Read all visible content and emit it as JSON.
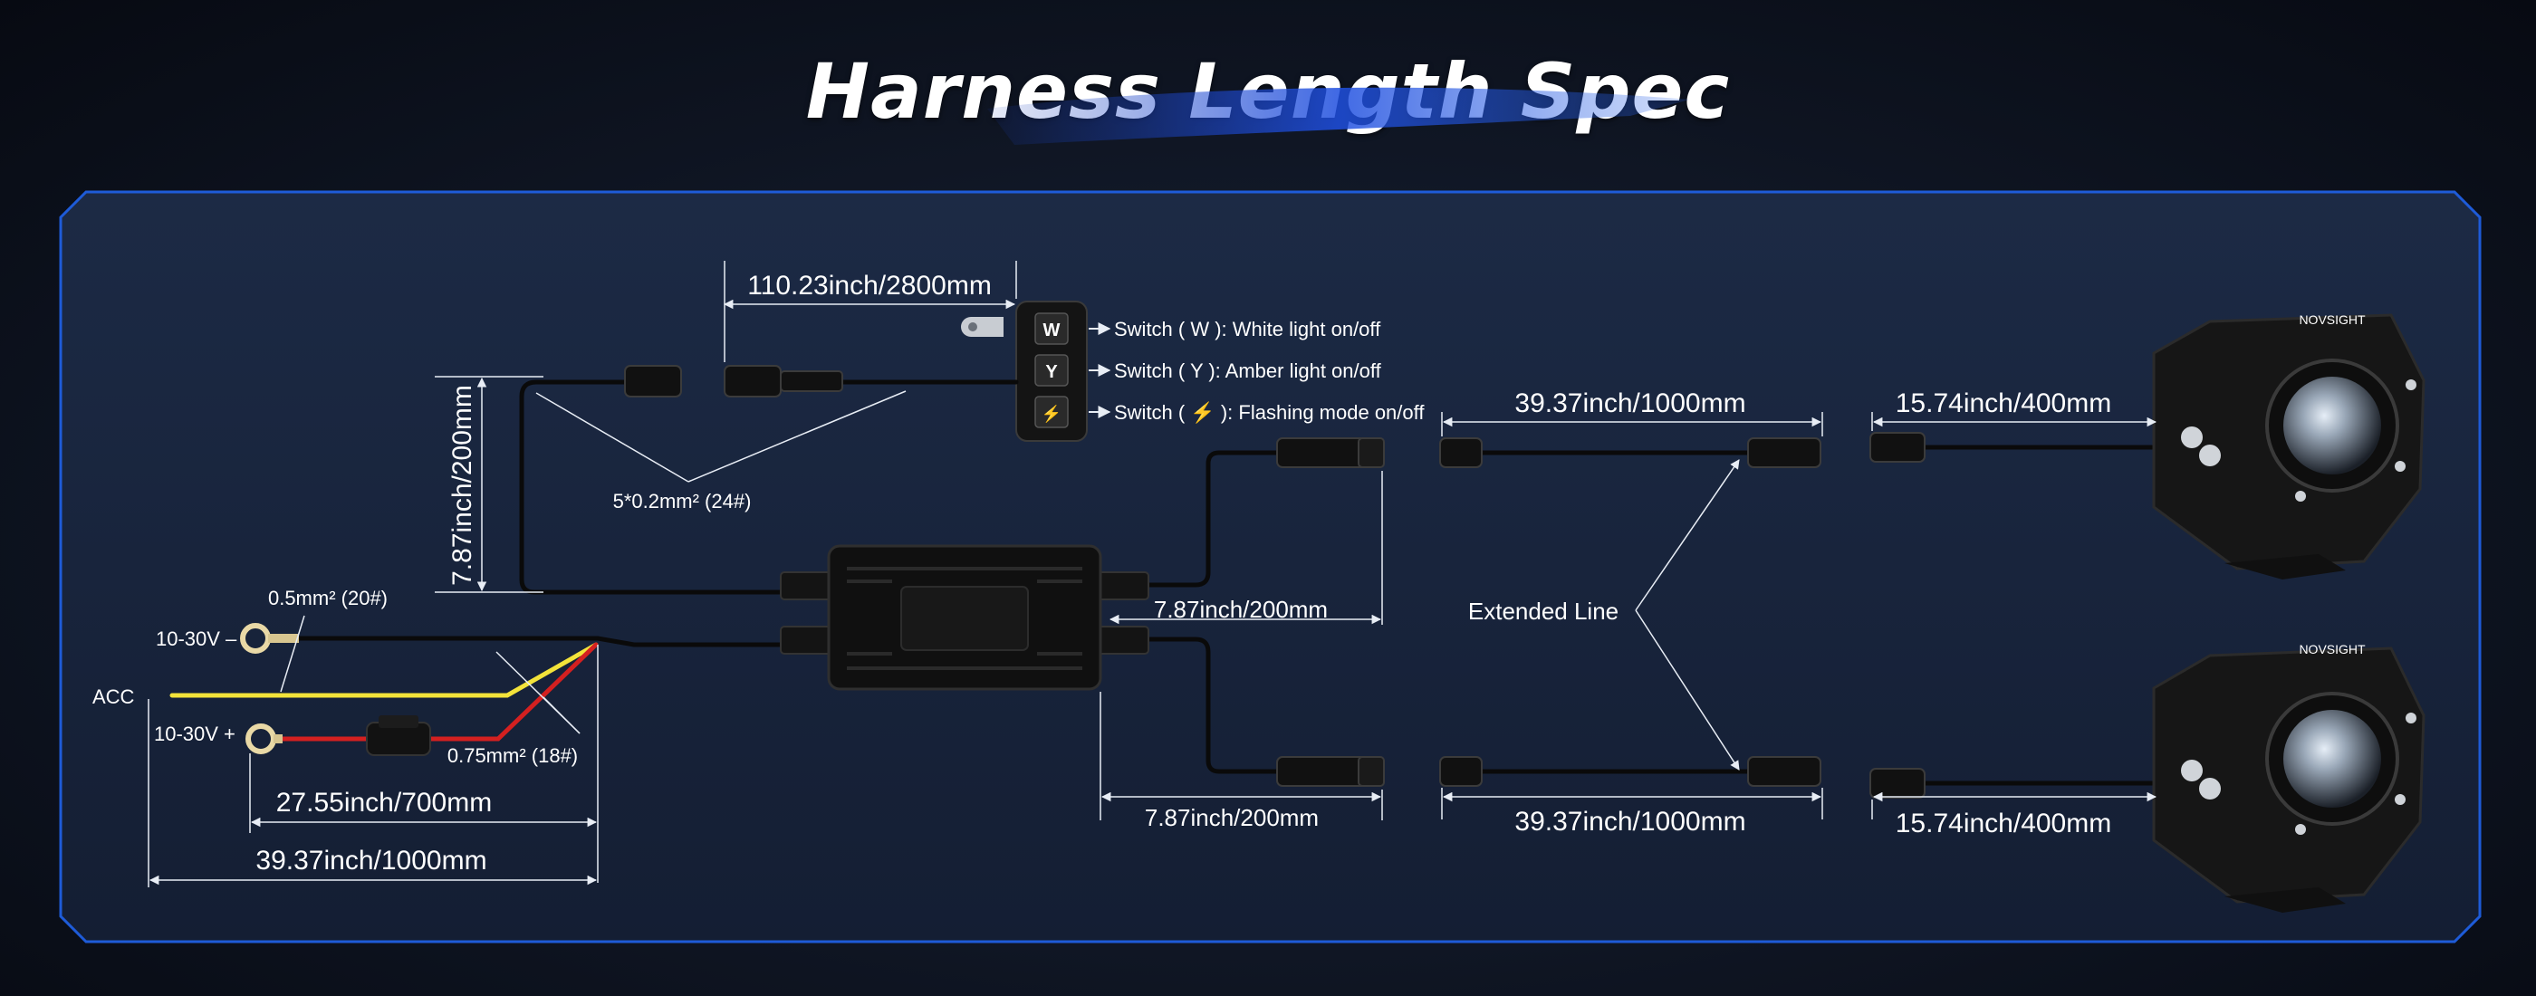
{
  "title": "Harness Length Spec",
  "switch_panel": {
    "buttons": [
      "W",
      "Y",
      "⚡"
    ],
    "labels": [
      "Switch ( W ): White light on/off",
      "Switch ( Y ): Amber light on/off",
      "Switch ( ⚡ ): Flashing mode on/off"
    ]
  },
  "dimensions": {
    "switch_cable": "110.23inch/2800mm",
    "vertical_cable": "7.87inch/200mm",
    "output_upper": "7.87inch/200mm",
    "output_lower": "7.87inch/200mm",
    "ext_upper": "39.37inch/1000mm",
    "ext_lower": "39.37inch/1000mm",
    "lamp_upper": "15.74inch/400mm",
    "lamp_lower": "15.74inch/400mm",
    "fuse_run": "27.55inch/700mm",
    "power_total": "39.37inch/1000mm"
  },
  "wire_specs": {
    "signal": "5*0.2mm²  (24#)",
    "acc": "0.5mm²  (20#)",
    "power": "0.75mm²  (18#)"
  },
  "terminals": {
    "negative": "10-30V –",
    "acc": "ACC",
    "positive": "10-30V +"
  },
  "extended_line": "Extended Line",
  "brand": "NOVSIGHT",
  "colors": {
    "panel_border": "#1e5bd8",
    "acc_wire": "#f3e33a",
    "positive_wire": "#d42020",
    "accent_blue": "#2a63e6"
  }
}
